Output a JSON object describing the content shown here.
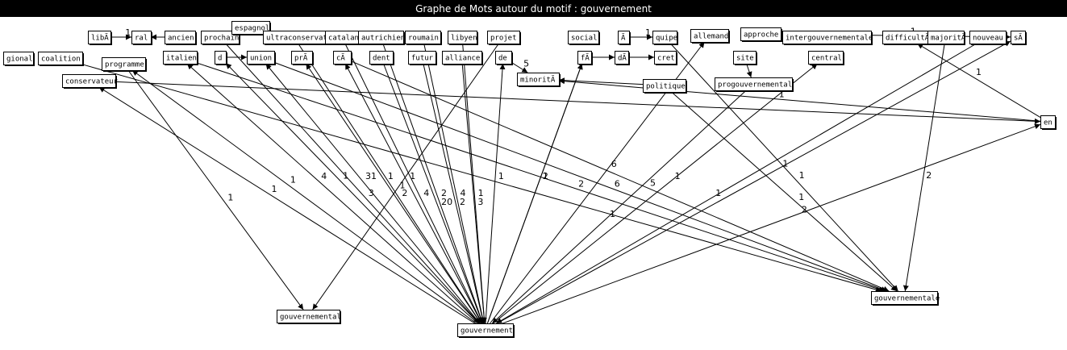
{
  "window": {
    "title": "Graphe de Mots autour du motif : gouvernement"
  },
  "graph": {
    "nodes": [
      {
        "id": "gional",
        "label": "gional"
      },
      {
        "id": "coalition",
        "label": "coalition"
      },
      {
        "id": "liba",
        "label": "libÃ"
      },
      {
        "id": "ral",
        "label": "ral"
      },
      {
        "id": "ancien",
        "label": "ancien"
      },
      {
        "id": "prochain",
        "label": "prochain"
      },
      {
        "id": "espagnol",
        "label": "espagnol"
      },
      {
        "id": "ultraconservat",
        "label": "ultraconservat"
      },
      {
        "id": "catalan",
        "label": "catalan"
      },
      {
        "id": "autrichien",
        "label": "autrichien"
      },
      {
        "id": "roumain",
        "label": "roumain"
      },
      {
        "id": "libyen",
        "label": "libyen"
      },
      {
        "id": "projet",
        "label": "projet"
      },
      {
        "id": "social",
        "label": "social"
      },
      {
        "id": "a1",
        "label": "Ã"
      },
      {
        "id": "quipe",
        "label": "quipe"
      },
      {
        "id": "allemand",
        "label": "allemand"
      },
      {
        "id": "approche",
        "label": "approche"
      },
      {
        "id": "intergouvernementale",
        "label": "intergouvernementale"
      },
      {
        "id": "difficulta",
        "label": "difficultÃ"
      },
      {
        "id": "majorita",
        "label": "majoritÃ"
      },
      {
        "id": "nouveau",
        "label": "nouveau"
      },
      {
        "id": "sa",
        "label": "sÃ"
      },
      {
        "id": "programme",
        "label": "programme"
      },
      {
        "id": "italien",
        "label": "italien"
      },
      {
        "id": "d",
        "label": "d"
      },
      {
        "id": "union",
        "label": "union"
      },
      {
        "id": "pra",
        "label": "prÃ"
      },
      {
        "id": "ca",
        "label": "cÃ"
      },
      {
        "id": "dent",
        "label": "dent"
      },
      {
        "id": "futur",
        "label": "futur"
      },
      {
        "id": "alliance",
        "label": "alliance"
      },
      {
        "id": "de",
        "label": "de"
      },
      {
        "id": "fa",
        "label": "fÃ"
      },
      {
        "id": "da",
        "label": "dÃ"
      },
      {
        "id": "cret",
        "label": "cret"
      },
      {
        "id": "site",
        "label": "site"
      },
      {
        "id": "central",
        "label": "central"
      },
      {
        "id": "conservateur",
        "label": "conservateur"
      },
      {
        "id": "minorita",
        "label": "minoritÃ"
      },
      {
        "id": "politique",
        "label": "politique"
      },
      {
        "id": "progouvernemental",
        "label": "progouvernemental"
      },
      {
        "id": "en",
        "label": "en"
      },
      {
        "id": "gouvernemental",
        "label": "gouvernemental"
      },
      {
        "id": "gouvernement",
        "label": "gouvernement"
      },
      {
        "id": "gouvernementale",
        "label": "gouvernementale"
      }
    ],
    "edges": [
      {
        "from": "liba",
        "to": "ral",
        "label": "1"
      },
      {
        "from": "ancien",
        "to": "ral",
        "label": ""
      },
      {
        "from": "coalition",
        "to": "gouvernementale",
        "label": ""
      },
      {
        "from": "conservateur",
        "to": "en",
        "label": ""
      },
      {
        "from": "gouvernement",
        "to": "conservateur",
        "label": "1"
      },
      {
        "from": "programme",
        "to": "gouvernemental",
        "label": "1"
      },
      {
        "from": "gouvernement",
        "to": "programme",
        "label": "1"
      },
      {
        "from": "italien",
        "to": "gouvernementale",
        "label": "2"
      },
      {
        "from": "gouvernement",
        "to": "italien",
        "label": "4"
      },
      {
        "from": "d",
        "to": "union",
        "label": ""
      },
      {
        "from": "prochain",
        "to": "gouvernement",
        "label": "3"
      },
      {
        "from": "gouvernement",
        "to": "d",
        "label": "1"
      },
      {
        "from": "ultraconservat",
        "to": "gouvernement",
        "label": "2"
      },
      {
        "from": "gouvernement",
        "to": "union",
        "label": "31"
      },
      {
        "from": "union",
        "to": "gouvernementale",
        "label": "6"
      },
      {
        "from": "gouvernement",
        "to": "pra",
        "label": "1"
      },
      {
        "from": "catalan",
        "to": "gouvernement",
        "label": "4"
      },
      {
        "from": "gouvernement",
        "to": "ca",
        "label": "1"
      },
      {
        "from": "dent",
        "to": "gouvernement",
        "label": "20"
      },
      {
        "from": "autrichien",
        "to": "gouvernement",
        "label": "2"
      },
      {
        "from": "roumain",
        "to": "gouvernement",
        "label": "4"
      },
      {
        "from": "futur",
        "to": "gouvernement",
        "label": "2"
      },
      {
        "from": "libyen",
        "to": "gouvernement",
        "label": "1"
      },
      {
        "from": "alliance",
        "to": "gouvernement",
        "label": "3"
      },
      {
        "from": "projet",
        "to": "gouvernemental",
        "label": "1"
      },
      {
        "from": "gouvernement",
        "to": "de",
        "label": "1"
      },
      {
        "from": "de",
        "to": "minorita",
        "label": "5"
      },
      {
        "from": "gouvernement",
        "to": "fa",
        "label": "2"
      },
      {
        "from": "gouvernement",
        "to": "fa",
        "label": "1"
      },
      {
        "from": "fa",
        "to": "da",
        "label": ""
      },
      {
        "from": "da",
        "to": "cret",
        "label": ""
      },
      {
        "from": "a1",
        "to": "quipe",
        "label": "1"
      },
      {
        "from": "quipe",
        "to": "gouvernementale",
        "label": "1"
      },
      {
        "from": "gouvernement",
        "to": "allemand",
        "label": "6"
      },
      {
        "from": "ca",
        "to": "gouvernementale",
        "label": "5"
      },
      {
        "from": "site",
        "to": "progouvernemental",
        "label": ""
      },
      {
        "from": "progouvernemental",
        "to": "gouvernement",
        "label": "1"
      },
      {
        "from": "gouvernement",
        "to": "central",
        "label": "1"
      },
      {
        "from": "politique",
        "to": "minorita",
        "label": ""
      },
      {
        "from": "politique",
        "to": "gouvernementale",
        "label": "1"
      },
      {
        "from": "approche",
        "to": "sa",
        "label": "1"
      },
      {
        "from": "en",
        "to": "difficulta",
        "label": "1"
      },
      {
        "from": "en",
        "to": "minorita",
        "label": "1"
      },
      {
        "from": "gouvernement",
        "to": "en",
        "label": "2"
      },
      {
        "from": "nouveau",
        "to": "gouvernement",
        "label": "1"
      },
      {
        "from": "majorita",
        "to": "gouvernementale",
        "label": "2"
      },
      {
        "from": "gouvernement",
        "to": "sa",
        "label": "1"
      }
    ]
  }
}
